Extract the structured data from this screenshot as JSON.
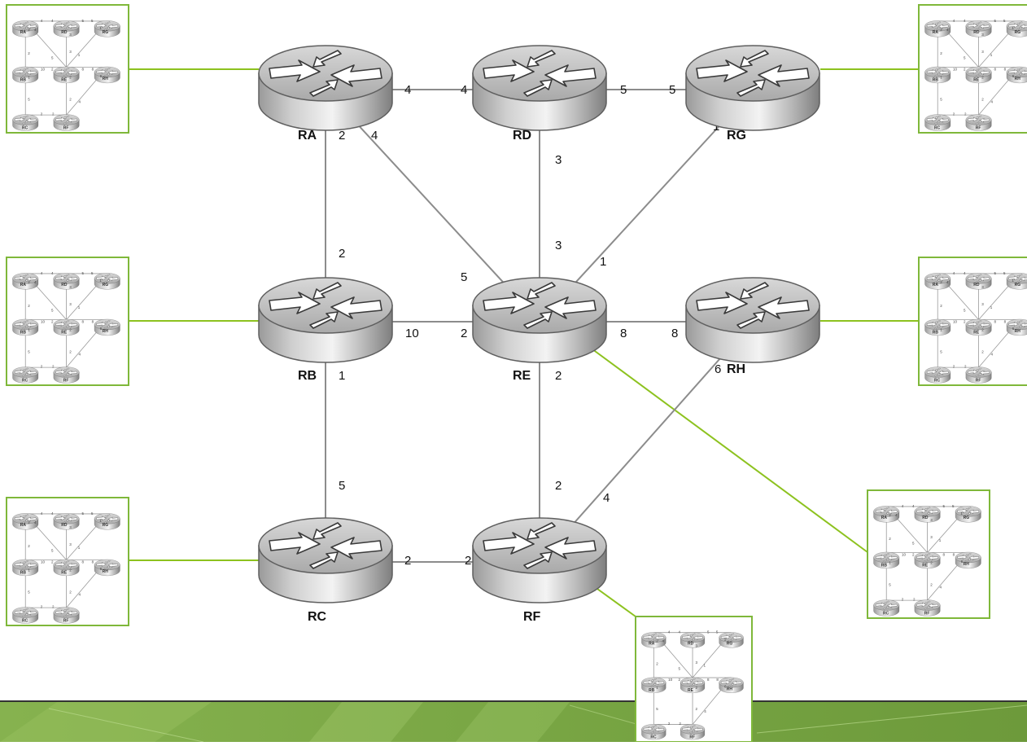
{
  "colors": {
    "link": "#8c8c8c",
    "callout": "#8dc21f",
    "frame": "#7fb83a",
    "footer_base": "#79a644",
    "footer_light": "#98c15f",
    "router_top": "#e6e6e6",
    "router_side": "#9c9c9c"
  },
  "router_icon": "router-icon",
  "routers": [
    {
      "id": "RA",
      "label": "RA"
    },
    {
      "id": "RD",
      "label": "RD"
    },
    {
      "id": "RG",
      "label": "RG"
    },
    {
      "id": "RB",
      "label": "RB"
    },
    {
      "id": "RE",
      "label": "RE"
    },
    {
      "id": "RH",
      "label": "RH"
    },
    {
      "id": "RC",
      "label": "RC"
    },
    {
      "id": "RF",
      "label": "RF"
    }
  ],
  "links": [
    {
      "from": "RA",
      "to": "RD",
      "cost_from": "4",
      "cost_to": "4"
    },
    {
      "from": "RD",
      "to": "RG",
      "cost_from": "5",
      "cost_to": "5"
    },
    {
      "from": "RA",
      "to": "RB",
      "cost_from": "2",
      "cost_to": "2"
    },
    {
      "from": "RA",
      "to": "RE",
      "cost_from": "4",
      "cost_to": "5"
    },
    {
      "from": "RD",
      "to": "RE",
      "cost_from": "3",
      "cost_to": "3"
    },
    {
      "from": "RG",
      "to": "RE",
      "cost_from": "1",
      "cost_to": "1"
    },
    {
      "from": "RB",
      "to": "RE",
      "cost_from": "10",
      "cost_to": "2"
    },
    {
      "from": "RE",
      "to": "RH",
      "cost_from": "8",
      "cost_to": "8"
    },
    {
      "from": "RB",
      "to": "RC",
      "cost_from": "1",
      "cost_to": "5"
    },
    {
      "from": "RE",
      "to": "RF",
      "cost_from": "2",
      "cost_to": "2"
    },
    {
      "from": "RH",
      "to": "RF",
      "cost_from": "6",
      "cost_to": "4"
    },
    {
      "from": "RC",
      "to": "RF",
      "cost_from": "2",
      "cost_to": "2"
    }
  ],
  "thumbnails": [
    {
      "id": "thumb-ra",
      "router": "RA"
    },
    {
      "id": "thumb-rb",
      "router": "RB"
    },
    {
      "id": "thumb-rc",
      "router": "RC"
    },
    {
      "id": "thumb-rg",
      "router": "RG"
    },
    {
      "id": "thumb-rh",
      "router": "RH"
    },
    {
      "id": "thumb-re",
      "router": "RE"
    },
    {
      "id": "thumb-rf",
      "router": "RF"
    }
  ]
}
